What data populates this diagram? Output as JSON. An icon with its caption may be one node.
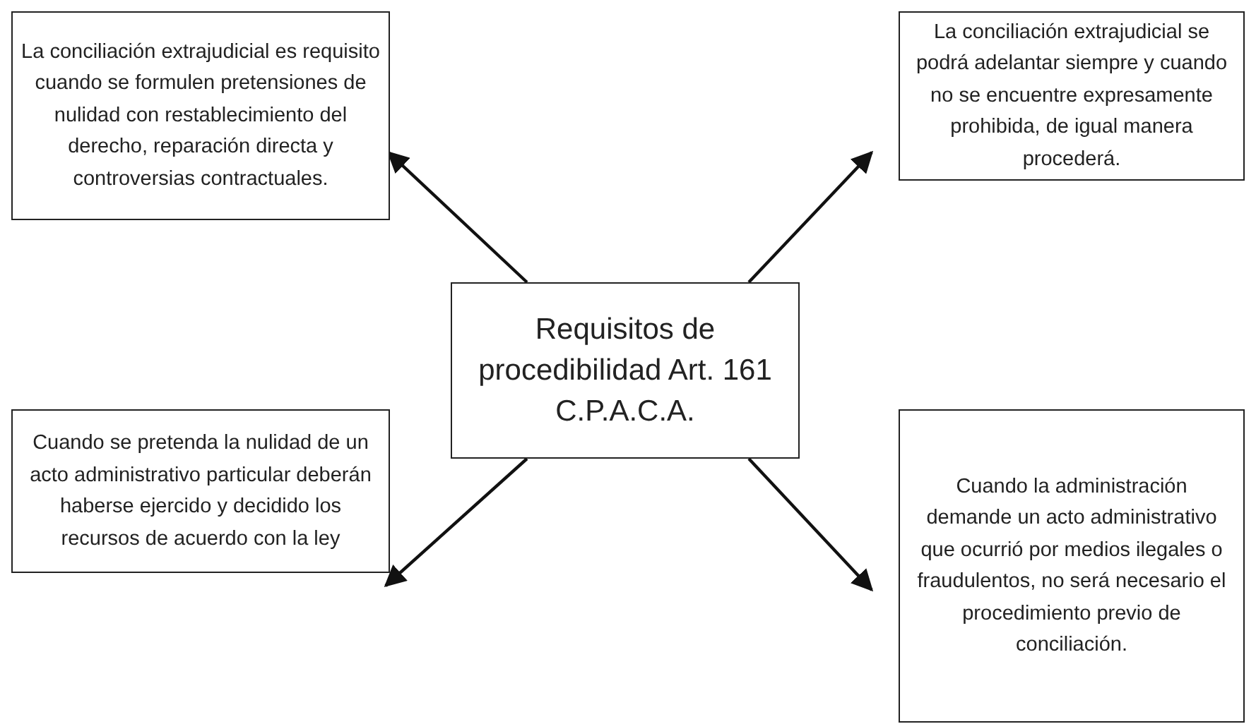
{
  "diagram": {
    "nodes": [
      {
        "text": [
          "La conciliación extrajudicial es requisito cuando se formulen pretensiones de nulidad con restablecimiento del derecho, reparación directa y controversias contractuales."
        ]
      },
      {
        "text": [
          "La conciliación extrajudicial se podrá adelantar siempre y cuando no se encuentre expresamente prohibida, de igual manera procederá."
        ]
      },
      {
        "text": [
          "Requisitos de procedibilidad Art. 161 C.P.A.C.A."
        ]
      },
      {
        "text": [
          "Cuando se pretenda la nulidad de un acto administrativo particular deberán haberse ejercido y decidido los recursos de acuerdo con la ley"
        ]
      },
      {
        "text": [
          "Cuando la administración demande un acto administrativo que ocurrió por medios ilegales o fraudulentos, no será necesario el procedimiento previo de conciliación."
        ]
      }
    ],
    "edges": [
      {
        "from": 2,
        "to": 0,
        "arrow": "to"
      },
      {
        "from": 2,
        "to": 1,
        "arrow": "to"
      },
      {
        "from": 2,
        "to": 3,
        "arrow": "to"
      },
      {
        "from": 2,
        "to": 4,
        "arrow": "to"
      }
    ]
  }
}
